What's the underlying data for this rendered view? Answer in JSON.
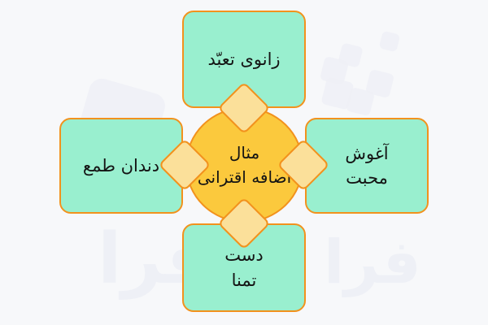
{
  "diagram": {
    "type": "radial-hub-and-spoke",
    "language": "fa",
    "direction": "rtl",
    "center": {
      "name": "center-hub",
      "lines": [
        "مثال",
        "اضافه اقترانی"
      ]
    },
    "nodes": [
      {
        "id": "top",
        "name": "node-top",
        "lines": [
          "زانوی تعبّد"
        ]
      },
      {
        "id": "right",
        "name": "node-right",
        "lines": [
          "آغوش",
          "محبت"
        ]
      },
      {
        "id": "bottom",
        "name": "node-bottom",
        "lines": [
          "دست",
          "تمنا"
        ]
      },
      {
        "id": "left",
        "name": "node-left",
        "lines": [
          "دندان طمع"
        ]
      }
    ],
    "connectors": [
      {
        "id": "top",
        "shape": "diamond"
      },
      {
        "id": "right",
        "shape": "diamond"
      },
      {
        "id": "bottom",
        "shape": "diamond"
      },
      {
        "id": "left",
        "shape": "diamond"
      }
    ],
    "colors": {
      "background": "#f7f8fa",
      "node_fill": "#99efcf",
      "node_border": "#f2921d",
      "hub_fill": "#fbc93d",
      "hub_border": "#f2921d",
      "connector_fill": "#fbe09a",
      "connector_border": "#f2921d",
      "text": "#141414",
      "watermark": "#eef0f6"
    }
  },
  "watermark": {
    "text": "فرا",
    "decor": "tilted-squares"
  }
}
